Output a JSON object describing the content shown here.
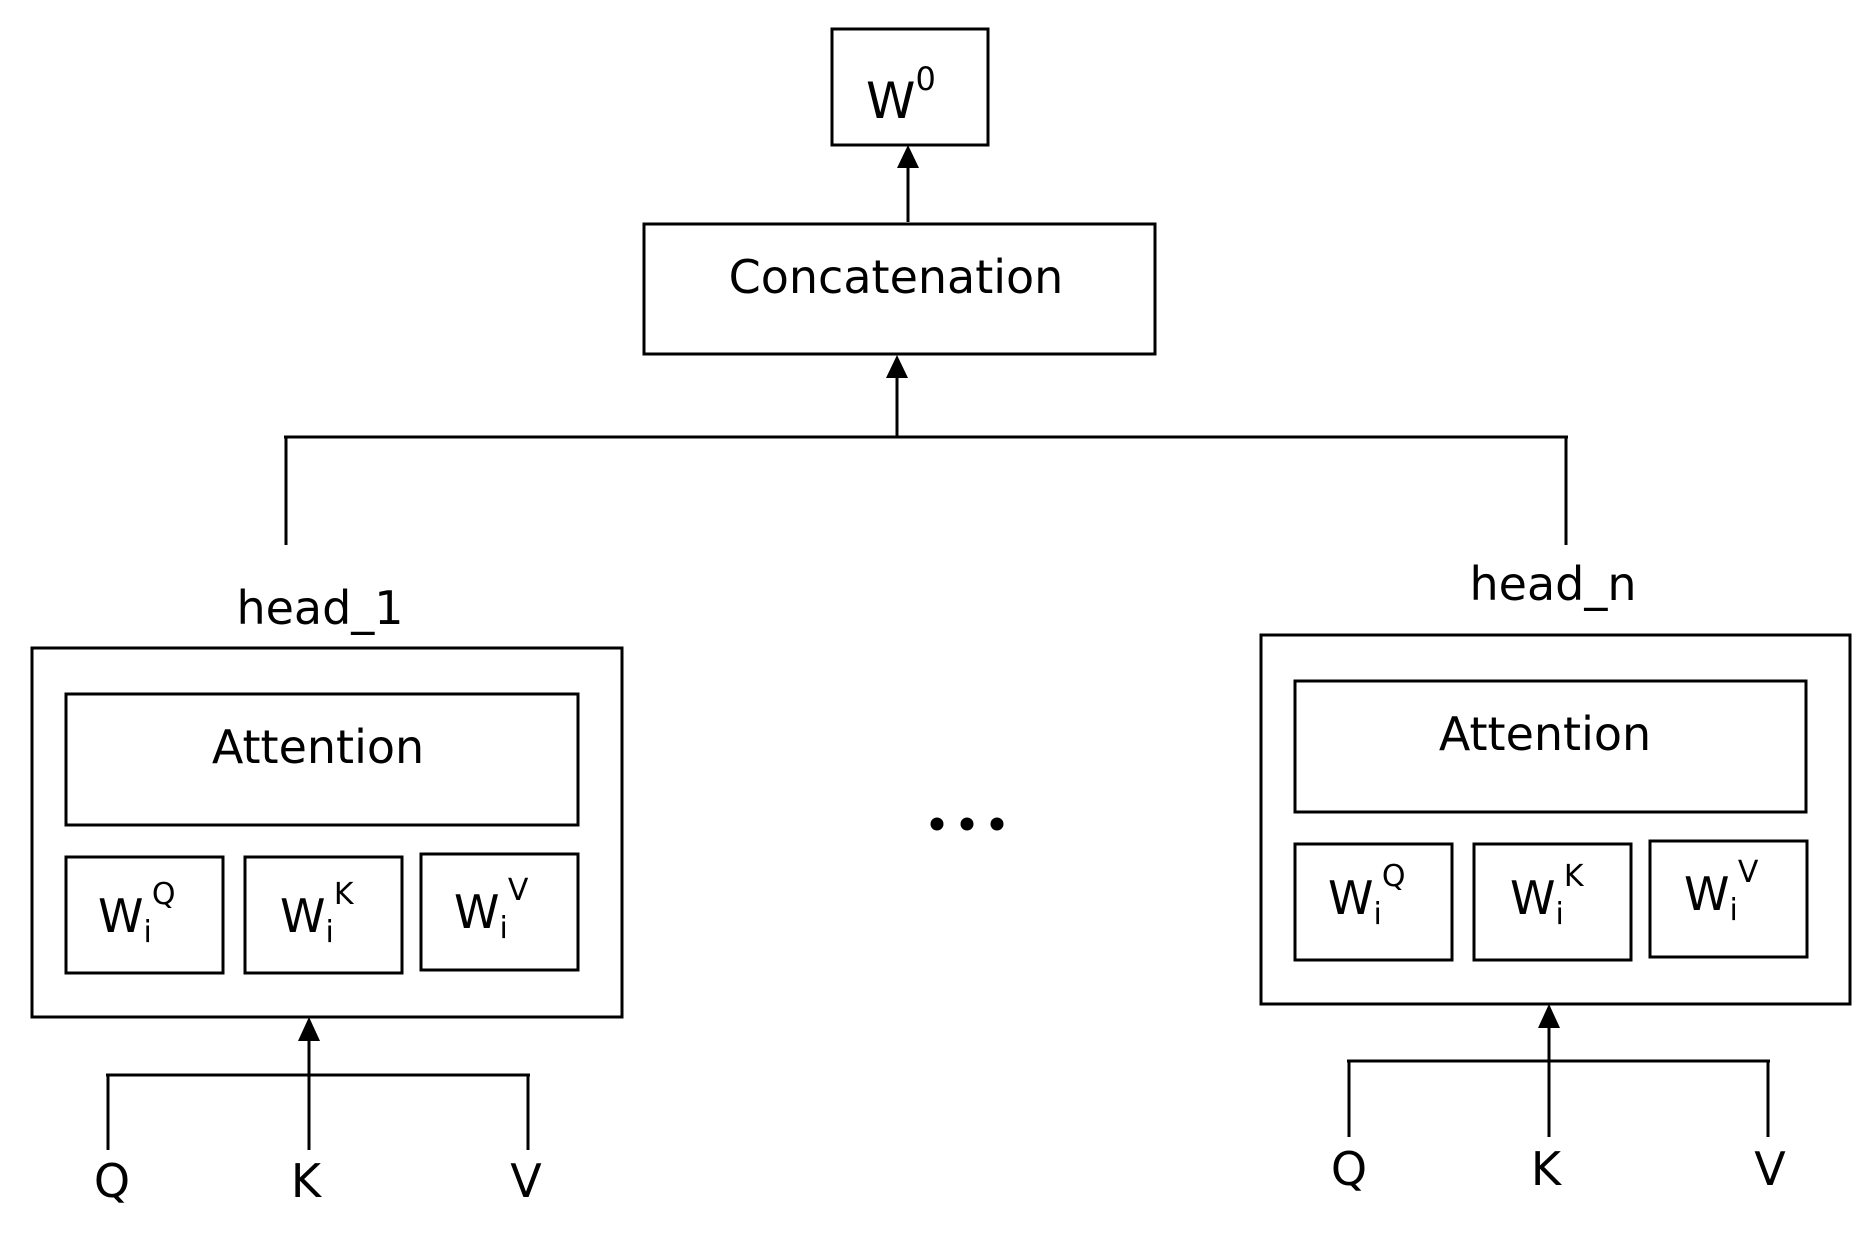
{
  "output_weight": {
    "base": "W",
    "sup": "0"
  },
  "concat_label": "Concatenation",
  "heads": [
    {
      "label": "head_1",
      "attention_label": "Attention",
      "weights": [
        {
          "base": "W",
          "sub": "i",
          "sup": "Q"
        },
        {
          "base": "W",
          "sub": "i",
          "sup": "K"
        },
        {
          "base": "W",
          "sub": "i",
          "sup": "V"
        }
      ],
      "inputs": [
        "Q",
        "K",
        "V"
      ]
    },
    {
      "label": "head_n",
      "attention_label": "Attention",
      "weights": [
        {
          "base": "W",
          "sub": "i",
          "sup": "Q"
        },
        {
          "base": "W",
          "sub": "i",
          "sup": "K"
        },
        {
          "base": "W",
          "sub": "i",
          "sup": "V"
        }
      ],
      "inputs": [
        "Q",
        "K",
        "V"
      ]
    }
  ]
}
